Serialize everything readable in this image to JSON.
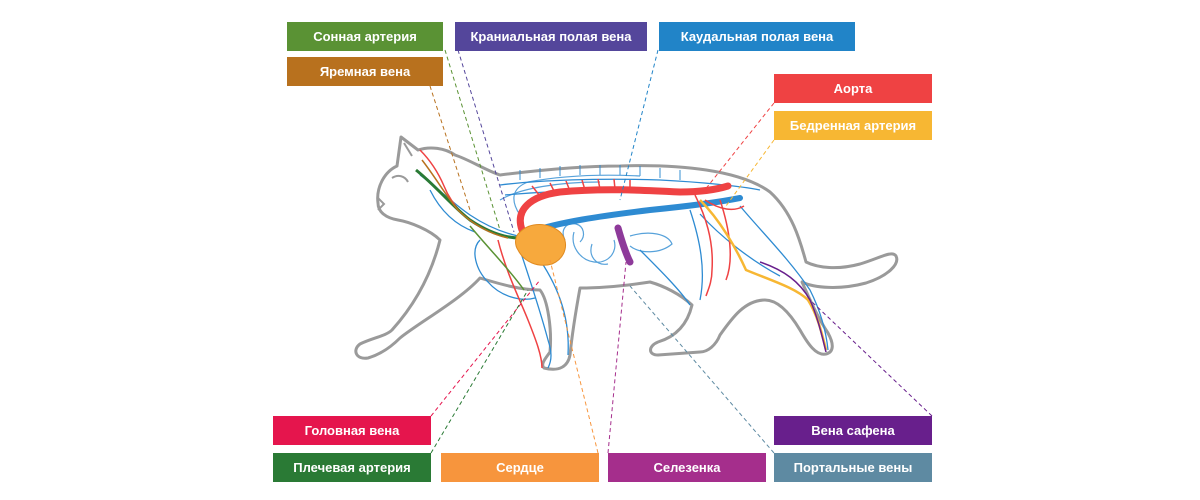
{
  "labels": {
    "carotid": {
      "text": "Сонная артерия",
      "color": "#5a9234"
    },
    "cranial": {
      "text": "Краниальная полая вена",
      "color": "#54469b"
    },
    "caudal": {
      "text": "Каудальная полая вена",
      "color": "#2184c8"
    },
    "jugular": {
      "text": "Яремная вена",
      "color": "#b8711e"
    },
    "aorta": {
      "text": "Аорта",
      "color": "#ef4243"
    },
    "femoral": {
      "text": "Бедренная артерия",
      "color": "#f7b733"
    },
    "cephalic": {
      "text": "Головная вена",
      "color": "#e5154d"
    },
    "brachial": {
      "text": "Плечевая артерия",
      "color": "#2a7a35"
    },
    "heart": {
      "text": "Сердце",
      "color": "#f7953d"
    },
    "spleen": {
      "text": "Селезенка",
      "color": "#a52e8c"
    },
    "saphena": {
      "text": "Вена сафена",
      "color": "#681f8c"
    },
    "portal": {
      "text": "Портальные вены",
      "color": "#5e8aa2"
    }
  },
  "vessel_colors": {
    "artery": "#ef4243",
    "vein": "#2e8bd2",
    "heart": "#f7a93d",
    "spleen": "#8e3a9a",
    "outline": "#9a9a9a"
  }
}
